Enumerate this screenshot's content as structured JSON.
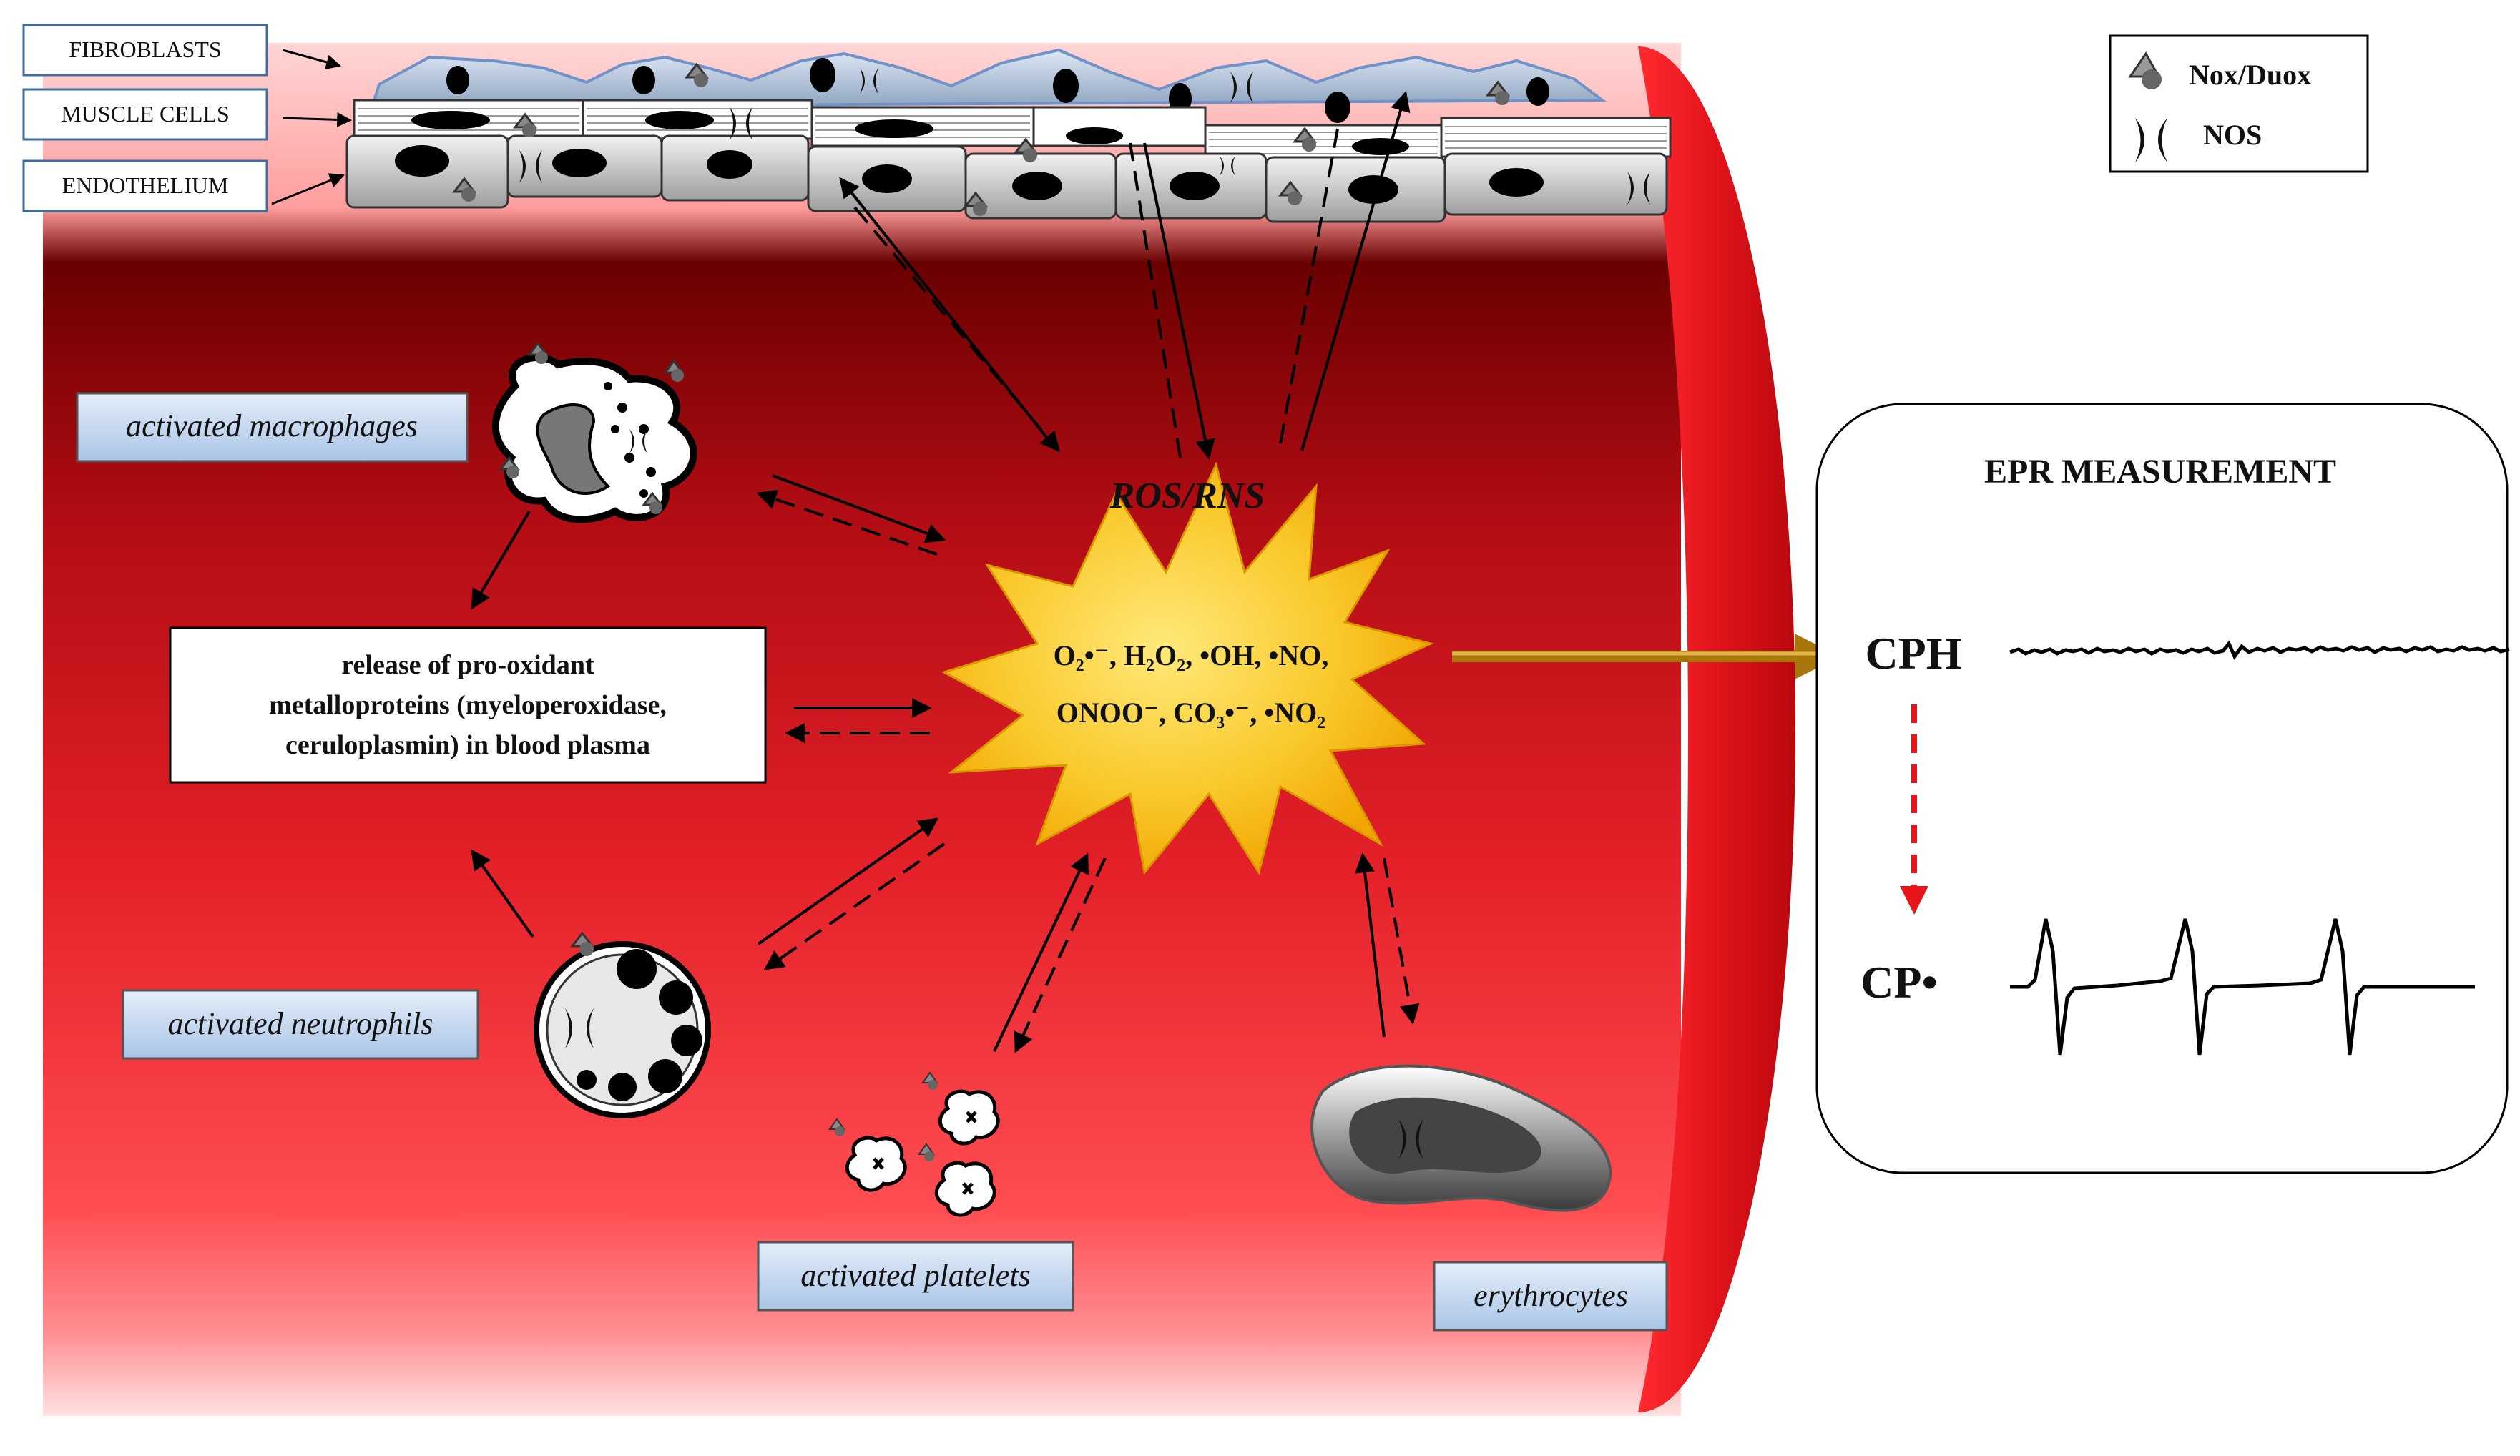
{
  "layers": {
    "fibroblasts": "FIBROBLASTS",
    "muscle_cells": "MUSCLE CELLS",
    "endothelium": "ENDOTHELIUM"
  },
  "legend": {
    "nox": "Nox/Duox",
    "nos": "NOS"
  },
  "cells": {
    "macrophages": "activated macrophages",
    "neutrophils": "activated neutrophils",
    "platelets": "activated platelets",
    "erythrocytes": "erythrocytes"
  },
  "release_box": {
    "line1": "release of pro-oxidant",
    "line2": "metalloproteins  (myeloperoxidase,",
    "line3": "ceruloplasmin)  in  blood  plasma"
  },
  "ros": {
    "title": "ROS/RNS",
    "line1": "O₂•⁻, H₂O₂, •OH, •NO,",
    "line2": "ONOO⁻, CO₃•⁻, •NO₂"
  },
  "epr": {
    "title": "EPR MEASUREMENT",
    "cph": "CPH",
    "cp": "CP•"
  },
  "colors": {
    "vessel_dark": "#8b0000",
    "vessel_mid": "#d81c24",
    "vessel_light": "#ff5a5f",
    "star_fill": "#f7c52a",
    "label_box": "#c9daf0",
    "arrow_gold": "#b8860b",
    "dashed_red": "#e8141c"
  },
  "icons": [
    "nox-duox-icon",
    "nos-icon"
  ]
}
